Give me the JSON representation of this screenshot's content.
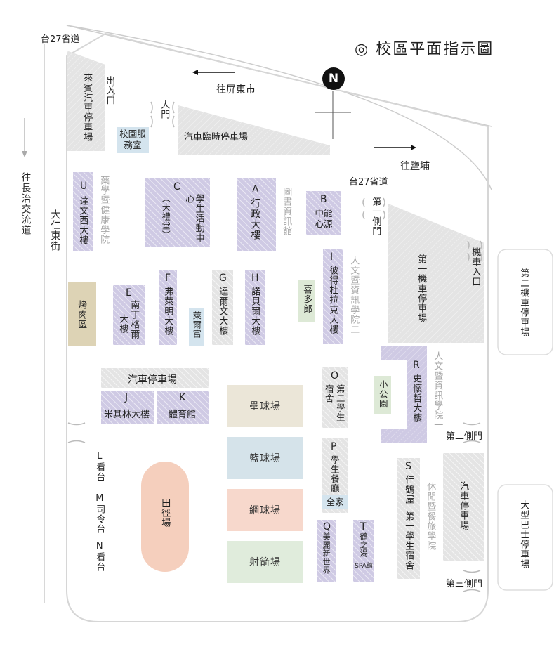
{
  "title": "◎ 校區平面指示圖",
  "compass": "N",
  "roads": {
    "tai27_top": "台27省道",
    "tai27_mid": "台27省道",
    "to_pingtung": "往屏東市",
    "to_yanpu": "往鹽埔",
    "to_changzhi": "往長治交流道",
    "daren_east": "大仁東街"
  },
  "gates": {
    "exit": "出入口",
    "main": "大門",
    "side1": "第一側門",
    "side2": "第二側門",
    "side3": "第三側門",
    "moto_entry": "機車入口"
  },
  "parking": {
    "guest": "來賓汽車停車場",
    "temp": "汽車臨時停車場",
    "moto1": "第一機車停車場",
    "car_mid": "汽車停車場",
    "car_right": "汽車停車場",
    "moto2_outside": "第二機車停車場",
    "bus": "大型巴士停車場"
  },
  "buildings": {
    "service": "校園服務室",
    "U_letter": "U",
    "U_name": "達文西大樓",
    "C_letter": "C",
    "C_name1": "學生活動中心",
    "C_name2": "（大禮堂）",
    "A_letter": "A",
    "A_name": "行政大樓",
    "B_letter": "B",
    "B_name": "中能心源",
    "E_letter": "E",
    "E_name1": "南丁格爾",
    "E_name2": "大樓",
    "F_letter": "F",
    "F_name": "弗萊明大樓",
    "laifu": "萊爾富",
    "G_letter": "G",
    "G_name": "達爾文大樓",
    "H_letter": "H",
    "H_name": "諾貝爾大樓",
    "xiduo": "喜多郎",
    "I_letter": "I",
    "I_name": "彼得杜拉克大樓",
    "O_letter": "O",
    "O_name1": "第二學生",
    "O_name2": "宿舍",
    "xiao_park": "小公園",
    "R_letter": "R",
    "R_name": "史懷哲大樓",
    "J_letter": "J",
    "J_name": "米其林大樓",
    "K_letter": "K",
    "K_name": "體育館",
    "P_letter": "P",
    "P_name": "學生餐廳",
    "familymart": "全家",
    "Q_letter": "Q",
    "Q_name": "美麗新世界",
    "T_letter": "T",
    "T_name1": "鶴之湯",
    "T_name2": "SPA館",
    "S_letter": "S",
    "S_name1": "佳鶴屋",
    "S_name2": "第一學生宿舍",
    "bbq": "烤肉區"
  },
  "colleges": {
    "pharmacy": "藥學暨健康學院",
    "library": "圖書資訊館",
    "humanities2": "人文暨資訊學院二",
    "humanities1": "人文暨資訊學院一",
    "leisure": "休閒暨餐旅學院"
  },
  "facilities": {
    "baseball": "壘球場",
    "basketball": "籃球場",
    "tennis": "網球場",
    "archery": "射箭場",
    "track": "田徑場"
  },
  "stands": {
    "L": "L看台",
    "M": "M司令台",
    "N": "N看台"
  },
  "colors": {
    "hatch_gray": "#e4e4e4",
    "building_purple": "#cfcae4",
    "baseball": "#ebe6d8",
    "basketball": "#d5e3ea",
    "tennis": "#f7d8cc",
    "archery": "#e0ecdc",
    "track": "#f5cfbd",
    "bbq": "#ddd3b5",
    "green_small": "#dde9d6",
    "blue_small": "#d4e4ee"
  }
}
